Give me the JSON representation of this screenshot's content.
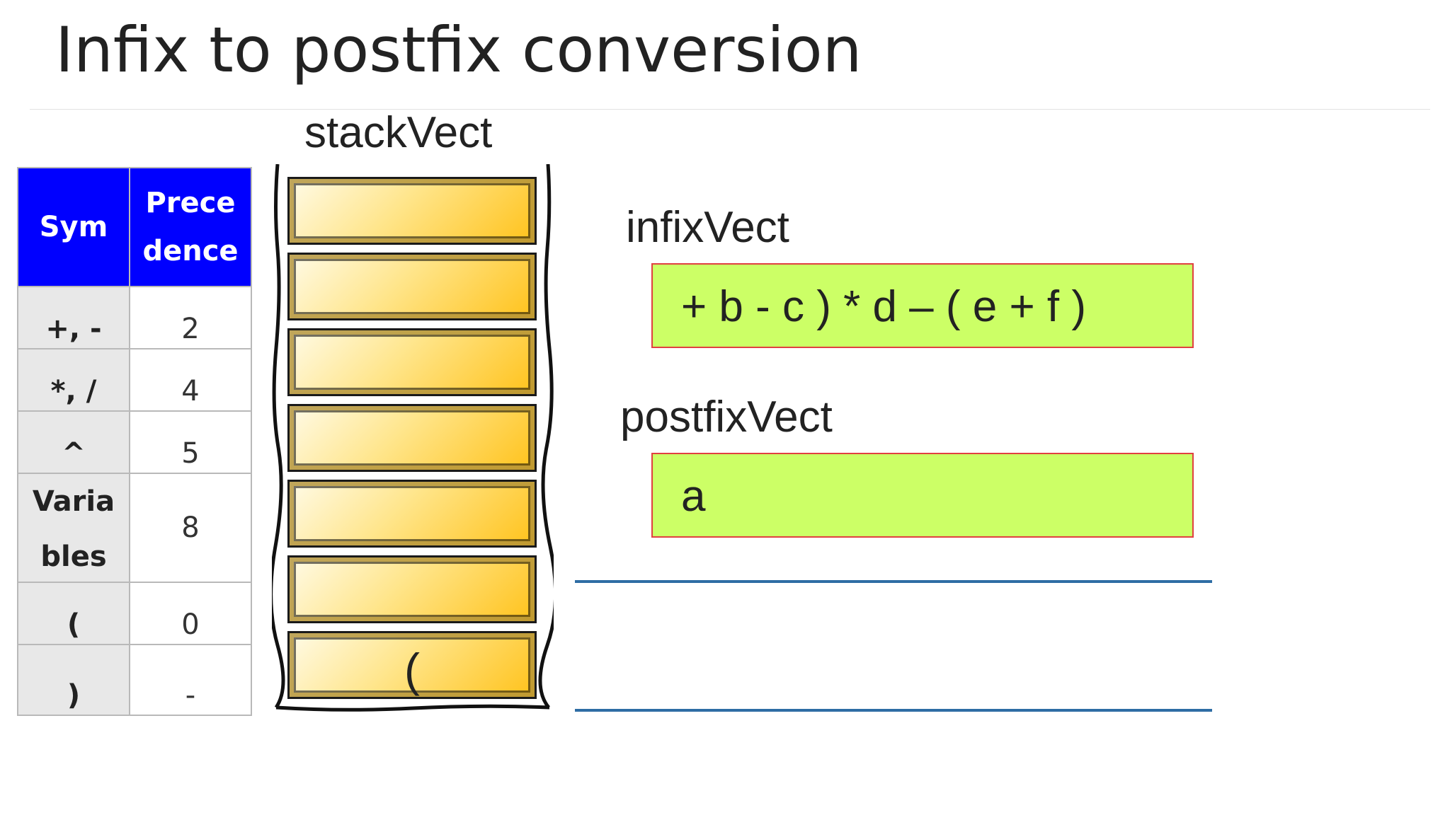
{
  "slide": {
    "title": "Infix to postfix conversion"
  },
  "precedence_table": {
    "headers": {
      "sym": "Sym",
      "precedence": "Prece\ndence"
    },
    "rows": [
      {
        "sym": "+, -",
        "precedence": "2"
      },
      {
        "sym": "*, /",
        "precedence": "4"
      },
      {
        "sym": "^",
        "precedence": "5"
      },
      {
        "sym": "Varia bles",
        "precedence": "8"
      },
      {
        "sym": "(",
        "precedence": "0"
      },
      {
        "sym": ")",
        "precedence": "-"
      }
    ]
  },
  "stack": {
    "label": "stackVect",
    "slots": [
      "",
      "",
      "",
      "",
      "",
      "",
      "("
    ]
  },
  "infix": {
    "label": "infixVect",
    "value": "+ b - c ) * d – ( e + f )"
  },
  "postfix": {
    "label": "postfixVect",
    "value": "a"
  },
  "colors": {
    "header_bg": "#0000ff",
    "vector_bg": "#ccff66",
    "vector_border": "#e04040",
    "line": "#2e6da4"
  }
}
